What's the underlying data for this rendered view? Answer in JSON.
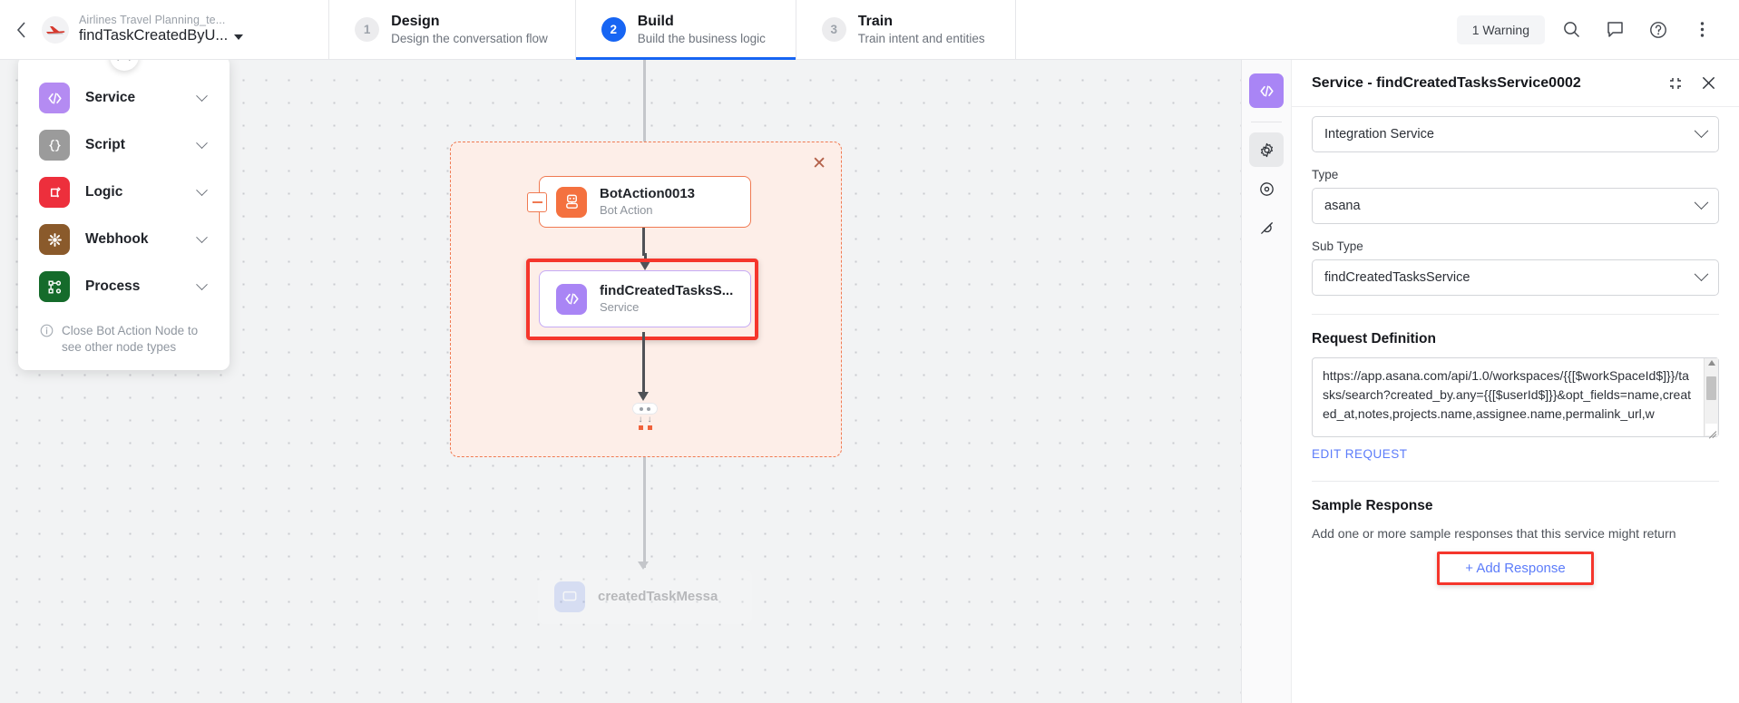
{
  "topbar": {
    "back_icon": "chevron-left-icon",
    "logo_icon": "airplane-logo",
    "project_name": "Airlines Travel Planning_te...",
    "flow_name": "findTaskCreatedByU...",
    "warning_label": "1 Warning",
    "icons": [
      "search-icon",
      "comment-icon",
      "help-icon",
      "more-vertical-icon"
    ],
    "steps": [
      {
        "num": "1",
        "title": "Design",
        "desc": "Design the conversation flow",
        "active": false
      },
      {
        "num": "2",
        "title": "Build",
        "desc": "Build the business logic",
        "active": true
      },
      {
        "num": "3",
        "title": "Train",
        "desc": "Train intent and entities",
        "active": false
      }
    ]
  },
  "palette": {
    "toggle_icon": "chevron-up-icon",
    "items": [
      {
        "label": "Service",
        "icon": "code-icon",
        "color": "#b48bf2"
      },
      {
        "label": "Script",
        "icon": "braces-icon",
        "color": "#9b9b9b"
      },
      {
        "label": "Logic",
        "icon": "loop-icon",
        "color": "#ed2f3c"
      },
      {
        "label": "Webhook",
        "icon": "webhook-icon",
        "color": "#8a5a2b"
      },
      {
        "label": "Process",
        "icon": "process-icon",
        "color": "#156b2b"
      }
    ],
    "note": "Close Bot Action Node to see other node types",
    "note_icon": "info-icon"
  },
  "canvas": {
    "group_close_icon": "close-icon",
    "nodes": [
      {
        "title": "BotAction0013",
        "subtitle": "Bot Action",
        "icon": "robot-icon",
        "color": "#f4713f"
      },
      {
        "title": "findCreatedTasksS...",
        "subtitle": "Service",
        "icon": "code-icon",
        "color": "#a985f5"
      },
      {
        "title": "createdTaskMessa",
        "subtitle": "",
        "icon": "message-icon",
        "color": "#8fa7f0"
      }
    ]
  },
  "panel": {
    "title": "Service - findCreatedTasksService0002",
    "collapse_icon": "collapse-icon",
    "close_icon": "close-icon",
    "rail_icons": [
      "code-icon",
      "gear-icon",
      "target-icon",
      "plug-icon"
    ],
    "service_type_value": "Integration Service",
    "type_label": "Type",
    "type_value": "asana",
    "subtype_label": "Sub Type",
    "subtype_value": "findCreatedTasksService",
    "request_definition_title": "Request Definition",
    "request_definition_value": "https://app.asana.com/api/1.0/workspaces/{{[$workSpaceId$]}}/tasks/search?created_by.any={{[$userId$]}}&opt_fields=name,created_at,notes,projects.name,assignee.name,permalink_url,w",
    "edit_request_label": "EDIT REQUEST",
    "sample_response_title": "Sample Response",
    "sample_response_help": "Add one or more sample responses that this service might return",
    "add_response_label": "+ Add Response"
  },
  "colors": {
    "accent_blue": "#1765f3",
    "link_blue": "#5c7cfa",
    "highlight_red": "#f5362c",
    "group_orange": "#f07a52"
  }
}
